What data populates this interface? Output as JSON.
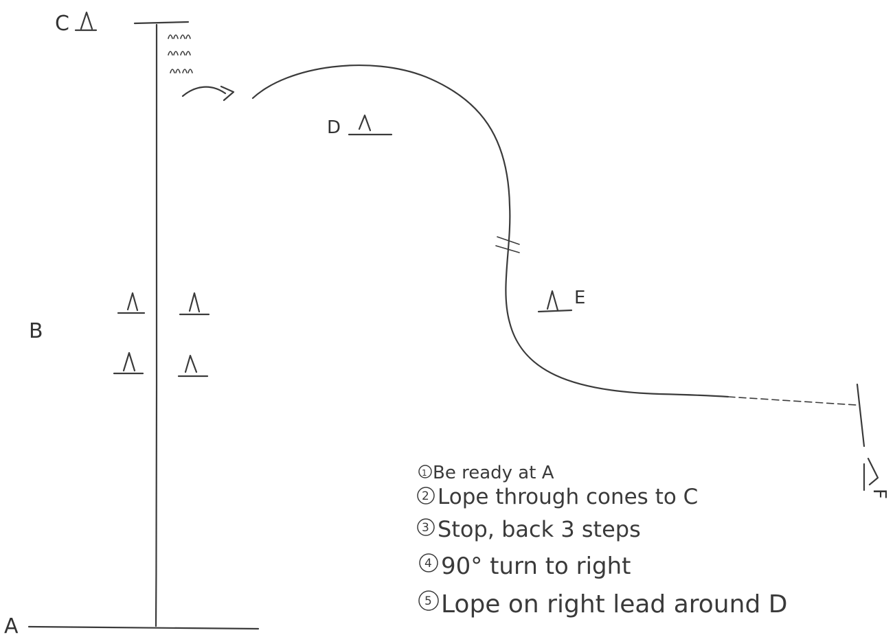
{
  "labels": {
    "a": "A",
    "b": "B",
    "c": "C",
    "d": "D",
    "e": "E",
    "f": "F"
  },
  "steps": [
    {
      "num": "1",
      "text": "Be ready at A"
    },
    {
      "num": "2",
      "text": "Lope through cones to C"
    },
    {
      "num": "3",
      "text": "Stop, back 3 steps"
    },
    {
      "num": "4",
      "text": "90° turn to right"
    },
    {
      "num": "5",
      "text": "Lope on right lead around D"
    }
  ]
}
